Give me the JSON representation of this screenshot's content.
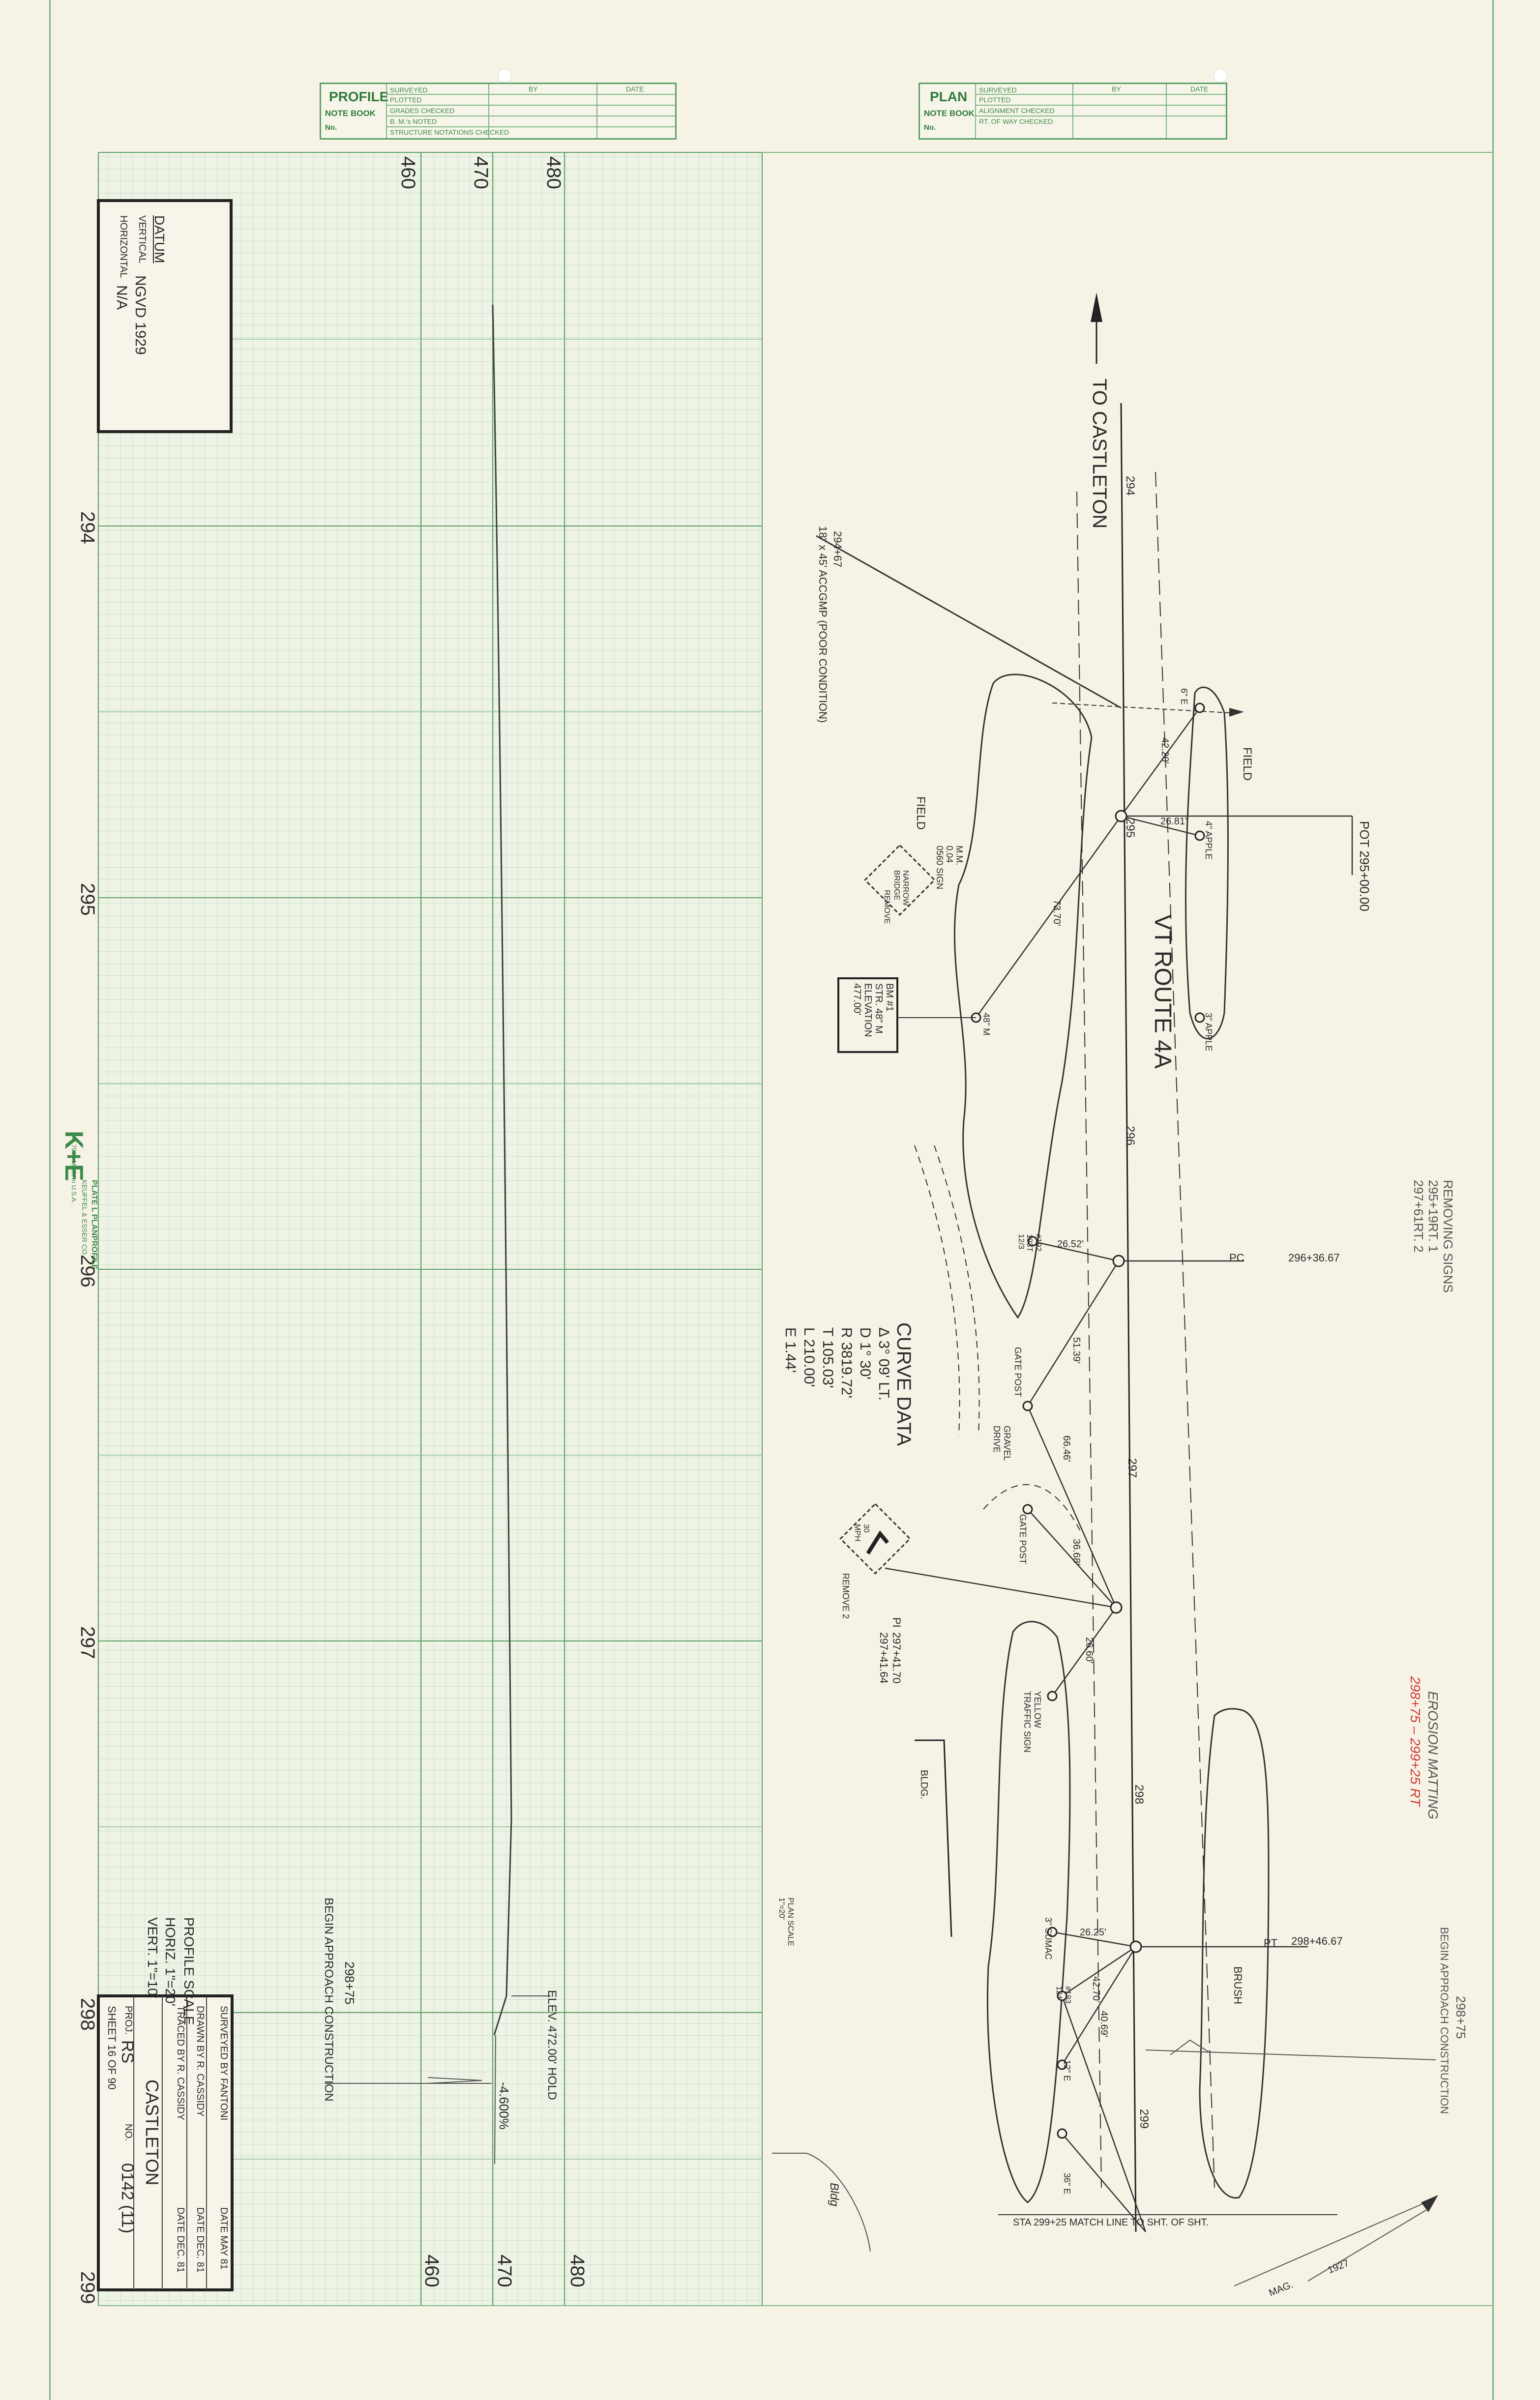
{
  "profile_box": {
    "title": "PROFILE",
    "notebook": "NOTE BOOK",
    "no": "No.",
    "by": "BY",
    "date": "DATE",
    "rows": [
      "SURVEYED",
      "PLOTTED",
      "GRADES CHECKED",
      "B. M.'s NOTED",
      "STRUCTURE NOTATIONS CHECKED"
    ]
  },
  "plan_box": {
    "title": "PLAN",
    "notebook": "NOTE BOOK",
    "no": "No.",
    "by": "BY",
    "date": "DATE",
    "rows": [
      "SURVEYED",
      "PLOTTED",
      "ALIGNMENT CHECKED",
      "RT. OF WAY CHECKED"
    ]
  },
  "datum": {
    "title": "DATUM",
    "vertical_label": "VERTICAL",
    "vertical_value": "NGVD 1929",
    "horizontal_label": "HORIZONTAL",
    "horizontal_value": "N/A"
  },
  "elevation_labels": [
    "480",
    "470",
    "460"
  ],
  "stations": [
    "294",
    "295",
    "296",
    "297",
    "298",
    "299"
  ],
  "profile_notes": {
    "elev_hold": "ELEV. 472.00'  HOLD",
    "begin_approach": "BEGIN APPROACH CONSTRUCTION",
    "begin_station": "298+75",
    "grade": "-4.600%"
  },
  "profile_scale": {
    "title": "PROFILE SCALE",
    "horiz": "HORIZ. 1\"=20'",
    "vert": "VERT. 1\"=10'"
  },
  "manufacturer": {
    "logo": "K+E",
    "line1": "PLATE L PLANPROFILE",
    "line2": "KEUFFEL & ESSER CO.",
    "line3": "46 7093 Made in U.S.A."
  },
  "title_block": {
    "surveyed": "SURVEYED BY  FANTONI",
    "surveyed_date": "DATE MAY 81",
    "drawn": "DRAWN BY  R. CASSIDY",
    "drawn_date": "DATE DEC. 81",
    "traced": "TRACED BY  R. CASSIDY",
    "traced_date": "DATE DEC. 81",
    "town": "CASTLETON",
    "proj_label": "PROJ.",
    "proj": "RS",
    "no_label": "NO.",
    "proj_no": "0142 (11)",
    "sheet": "SHEET  16   OF  90"
  },
  "plan": {
    "to_castleton": "TO CASTLETON",
    "route": "VT ROUTE 4A",
    "field_left": "FIELD",
    "field_right": "FIELD",
    "culvert_station": "294+67",
    "culvert_desc": "18\" x 45' ACCGMP (POOR CONDITION)",
    "pot": "POT 295+00.00",
    "pc": "PC",
    "pc_station": "296+36.67",
    "pt": "PT",
    "pt_station": "298+46.67",
    "pi": "PI",
    "pi_stations": "297+41.70\n297+41.64",
    "bm": "BM #1\nSTR. 48\" M\nELEVATION\n477.00'",
    "narrow_bridge": "NARROW\nBRIDGE",
    "remove": "REMOVE",
    "mm": "M.M.\n0.04\n0560 SIGN",
    "mph": "30\nMPH",
    "remove_2": "REMOVE 2",
    "gate_post": "GATE POST",
    "gravel_drive": "GRAVEL\nDRIVE",
    "yellow_traffic_sign": "YELLOW\nTRAFFIC SIGN",
    "bldg": "BLDG.",
    "bldg_note": "Bldg",
    "brush": "BRUSH",
    "apple_4": "4\" APPLE",
    "apple_3": "3\" APPLE",
    "elm_6": "6\" E",
    "maple_48": "48\" M",
    "sumac": "3\" SUMAC",
    "elm_12": "12\" E",
    "elm_36": "36\" E",
    "pole_1": "#192\n193T\n12/3",
    "pole_2": "#193\n124",
    "distances": [
      "42.20'",
      "26.81'",
      "73.70'",
      "26.52'",
      "51.39'",
      "66.46'",
      "36.68'",
      "26.60'",
      "26.25'",
      "42.70'",
      "40.69'"
    ],
    "curve_data": {
      "title": "CURVE DATA",
      "delta": "Δ  3° 09' LT.",
      "d": "D  1° 30'",
      "r": "R  3819.72'",
      "t": "T  105.03'",
      "l": "L  210.00'",
      "e": "E  1.44'"
    },
    "plan_scale": "PLAN SCALE\n1\"=20'",
    "match_line": "STA 299+25 MATCH LINE TO SHT.  OF  SHT.",
    "mag": "MAG.",
    "mag_year": "1927",
    "removing_signs": "REMOVING SIGNS",
    "removing_1": "295+19RT. 1",
    "removing_2": "297+61RT. 2",
    "erosion": "EROSION MATTING",
    "erosion_range": "298+75 – 299+25 RT",
    "begin_approach": "BEGIN APPROACH CONSTRUCTION",
    "begin_station": "298+75"
  }
}
